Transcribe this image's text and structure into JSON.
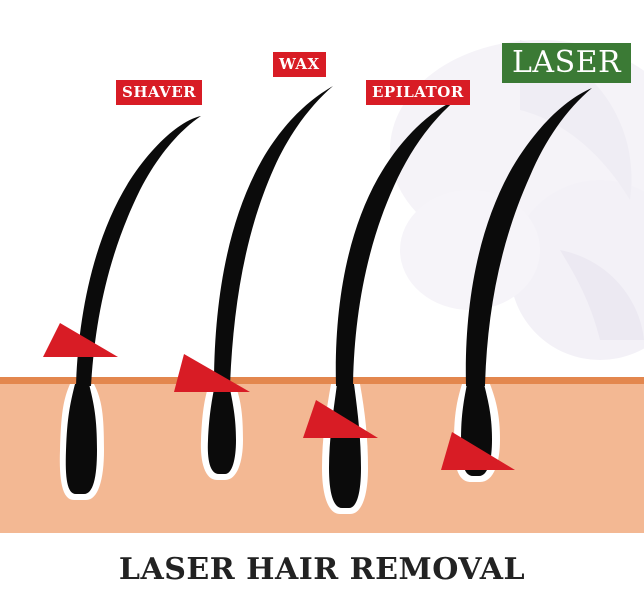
{
  "title": "LASER HAIR REMOVAL",
  "methods": [
    {
      "label": "SHAVER",
      "style": "red"
    },
    {
      "label": "WAX",
      "style": "red"
    },
    {
      "label": "EPILATOR",
      "style": "red"
    },
    {
      "label": "LASER",
      "style": "green"
    }
  ],
  "colors": {
    "red": "#d81c25",
    "green": "#3b7a35",
    "skin": "#f3b893",
    "skin_line": "#e3874e",
    "hair": "#0b0b0b",
    "decor": "#f1eff6"
  }
}
